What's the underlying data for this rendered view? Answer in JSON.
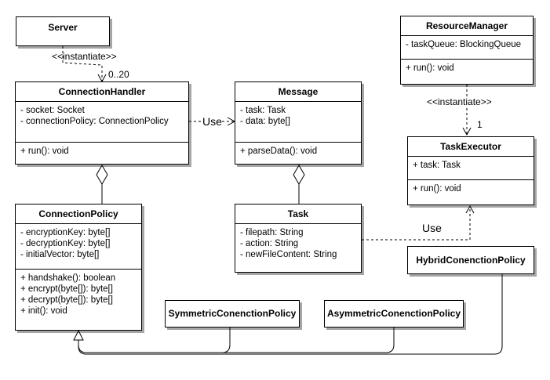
{
  "classes": {
    "server": {
      "name": "Server",
      "attributes": [],
      "methods": []
    },
    "connection_handler": {
      "name": "ConnectionHandler",
      "attributes": [
        "- socket: Socket",
        "- connectionPolicy: ConnectionPolicy"
      ],
      "methods": [
        "+ run(): void"
      ]
    },
    "message": {
      "name": "Message",
      "attributes": [
        "- task: Task",
        "- data: byte[]"
      ],
      "methods": [
        "+ parseData(): void"
      ]
    },
    "resource_manager": {
      "name": "ResourceManager",
      "attributes": [
        "- taskQueue: BlockingQueue"
      ],
      "methods": [
        "+ run(): void"
      ]
    },
    "task_executor": {
      "name": "TaskExecutor",
      "attributes": [
        "+ task: Task"
      ],
      "methods": [
        "+ run(): void"
      ]
    },
    "connection_policy": {
      "name": "ConnectionPolicy",
      "attributes": [
        "- encryptionKey: byte[]",
        "- decryptionKey: byte[]",
        "- initialVector: byte[]"
      ],
      "methods": [
        "+ handshake(): boolean",
        "+ encrypt(byte[]): byte[]",
        "+ decrypt(byte[]): byte[]",
        "+ init(): void"
      ]
    },
    "task": {
      "name": "Task",
      "attributes": [
        "- filepath: String",
        "- action: String",
        "- newFileContent: String"
      ],
      "methods": []
    },
    "symmetric_policy": {
      "name": "SymmetricConenctionPolicy"
    },
    "asymmetric_policy": {
      "name": "AsymmetricConenctionPolicy"
    },
    "hybrid_policy": {
      "name": "HybridConenctionPolicy"
    }
  },
  "relations": {
    "server_handler_label": "<<instantiate>>",
    "server_handler_multiplicity": "0..20",
    "manager_executor_label": "<<instantiate>>",
    "manager_executor_multiplicity": "1",
    "handler_message_label": "Use",
    "task_executor_label": "Use"
  }
}
